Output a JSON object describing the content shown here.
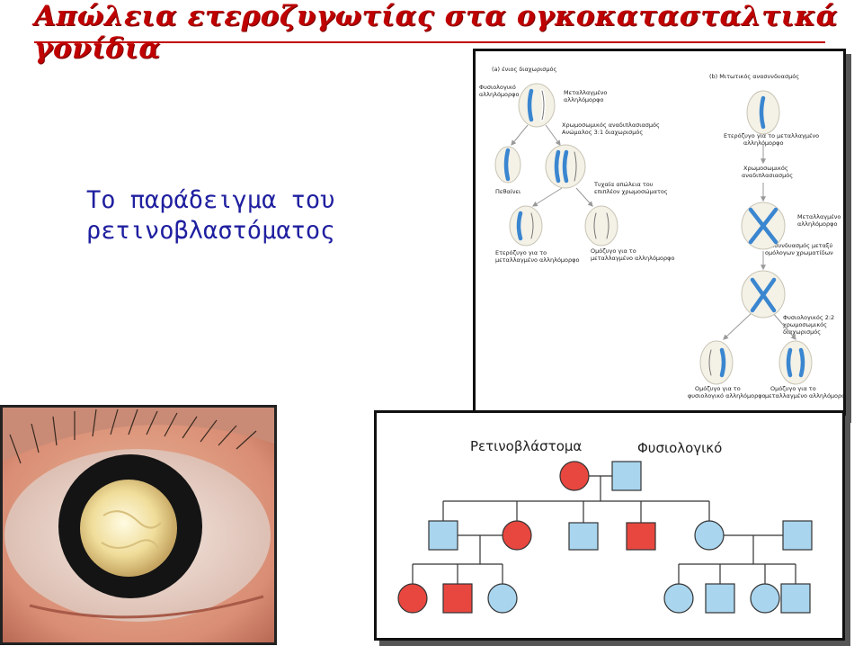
{
  "slide": {
    "title": "Απώλεια ετεροζυγωτίας στα ογκοκατασταλτικά γονίδια",
    "subtitle_lines": [
      "Το παράδειγμα του",
      "ρετινοβλαστόματος"
    ]
  },
  "chromosome_figure": {
    "panel_a_title": "(a) ένιος διαχωρισμός",
    "panel_b_title": "(b) Μιτωτικός ανασυνδυασμός",
    "labels": {
      "normal_allele": [
        "Φυσιολογικό",
        "αλληλόμορφο"
      ],
      "mutant_allele": [
        "Μεταλλαγμένο",
        "αλληλόμορφο"
      ],
      "nondisjunction": [
        "Χρωμοσωμικός αναδιπλασιασμός",
        "Ανώμαλος 3:1 διαχωρισμός"
      ],
      "dies": "Πεθαίνει",
      "random_loss": [
        "Τυχαία απώλεια του",
        "επιπλέον χρωμοσώματος"
      ],
      "hetero_mutant_a": [
        "Ετερόζυγο για το",
        "μεταλλαγμένο αλληλόμορφο"
      ],
      "homo_mutant_a": [
        "Ομόζυγο για το",
        "μεταλλαγμένο αλληλόμορφο"
      ],
      "hetero_mutant_b": [
        "Ετερόζυγο για το μεταλλαγμένο",
        "αλληλόμορφο"
      ],
      "chromosome_doubling": [
        "Χρωμοσωμικός",
        "αναδιπλασιασμός"
      ],
      "mutant_allele_b": [
        "Μεταλλαγμένο",
        "αλληλόμορφο"
      ],
      "recombination": [
        "Ανασυνδυασμός μεταξύ",
        "ομόλογων χρωματίδων"
      ],
      "normal_segregation": [
        "Φυσιολογικός 2:2",
        "χρωμοσωμικός",
        "διαχωρισμός"
      ],
      "homo_normal_b": [
        "Ομόζυγο για το",
        "φυσιολογικό αλληλόμορφο"
      ],
      "homo_mutant_b": [
        "Ομόζυγο για το",
        "μεταλλαγμένο αλληλόμορφο"
      ]
    }
  },
  "pedigree": {
    "legend_affected": "Ρετινοβλάστομα",
    "legend_normal": "Φυσιολογικό",
    "colors": {
      "affected": "#e8473f",
      "normal": "#a9d5ee",
      "stroke": "#333333"
    }
  },
  "eye_photo": {
    "description_icon": "leukocoria-eye"
  }
}
